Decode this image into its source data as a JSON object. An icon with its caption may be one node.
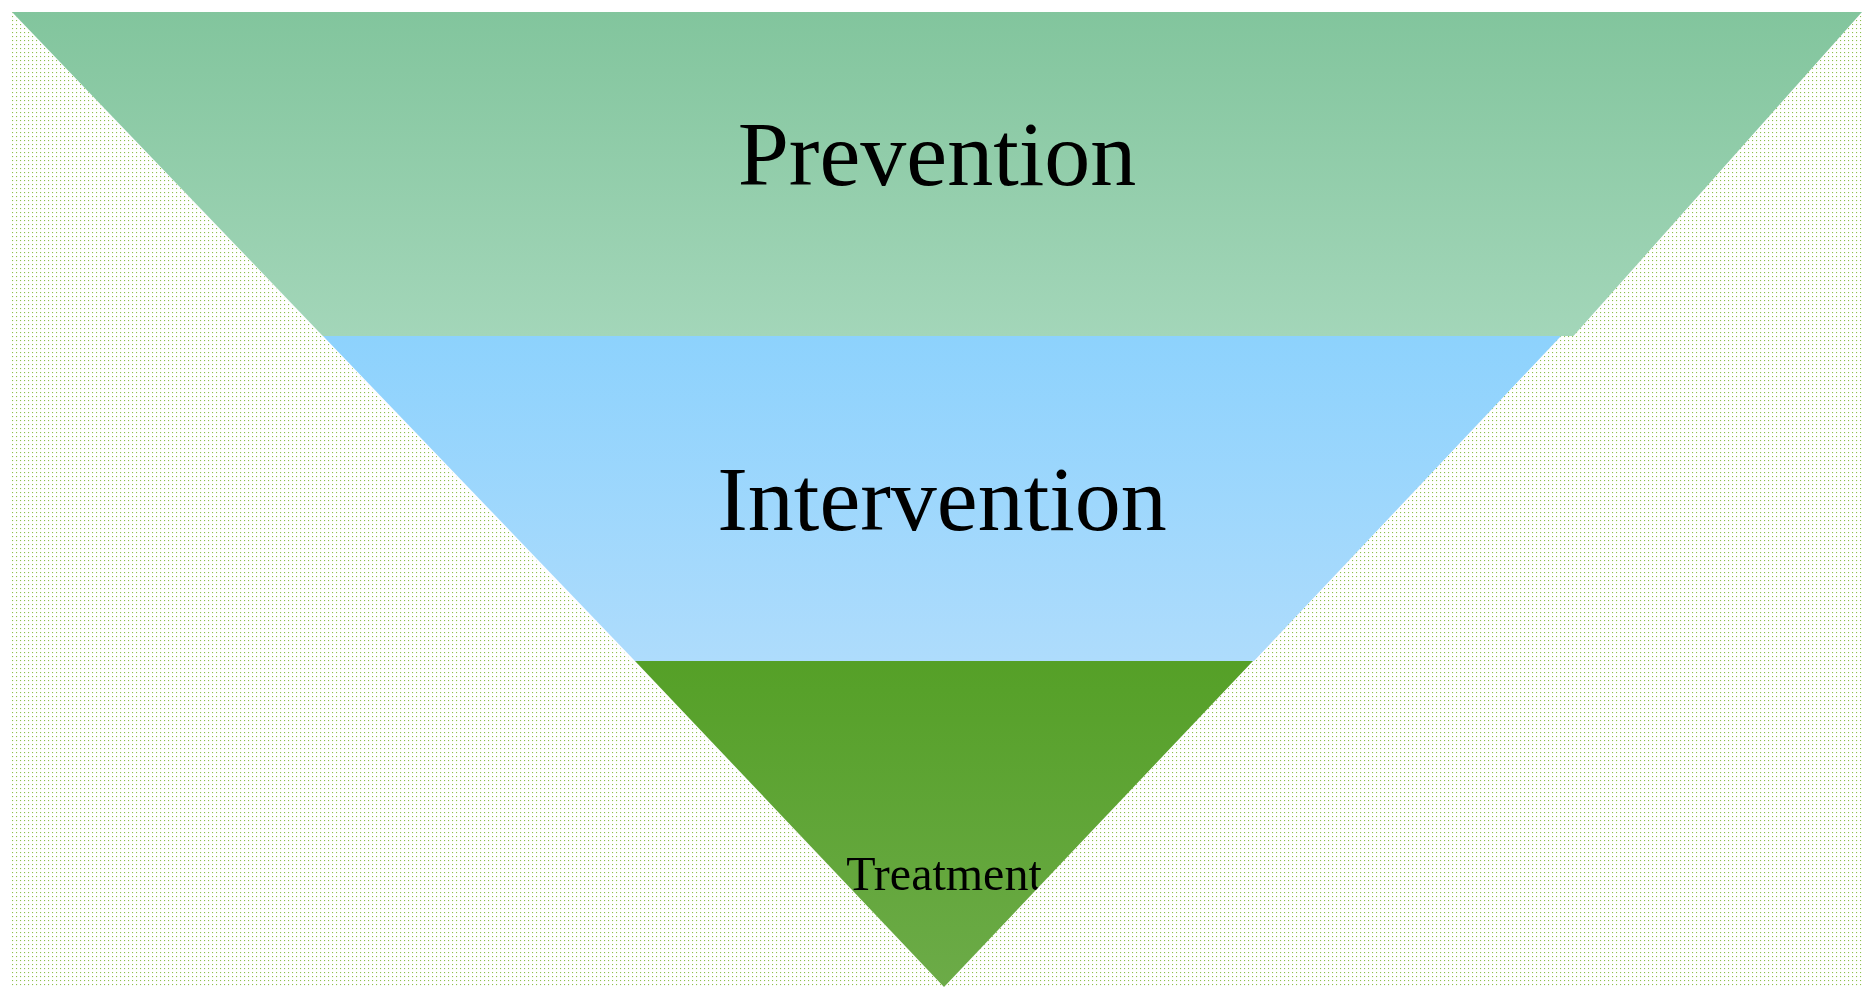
{
  "diagram": {
    "nodes": [
      {
        "text": [
          "Prevention"
        ]
      },
      {
        "text": [
          "Intervention"
        ]
      },
      {
        "text": [
          "Treatment"
        ]
      }
    ]
  }
}
